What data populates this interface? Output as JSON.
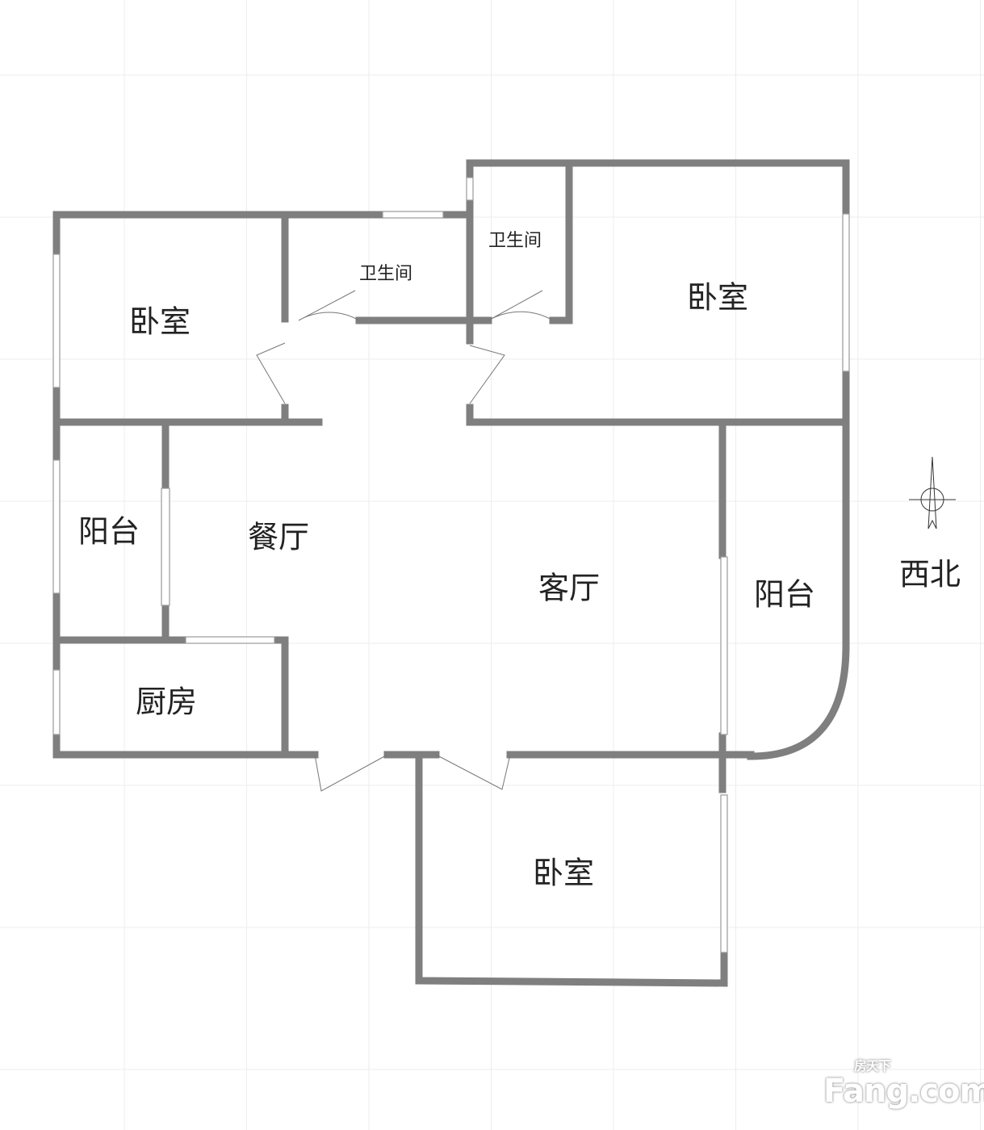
{
  "rooms": {
    "bedroom_nw": "卧室",
    "bathroom_1": "卫生间",
    "bathroom_2": "卫生间",
    "bedroom_ne": "卧室",
    "balcony_w": "阳台",
    "dining": "餐厅",
    "living": "客厅",
    "balcony_e": "阳台",
    "kitchen": "厨房",
    "bedroom_s": "卧室"
  },
  "compass": {
    "direction": "西北",
    "icon": "north-arrow-icon"
  },
  "watermark": {
    "brand": "Fang.com",
    "brand_cn": "房天下"
  },
  "colors": {
    "wall": "#7f7f7f",
    "grid": "#ececec",
    "window": "#bdbdbd"
  }
}
